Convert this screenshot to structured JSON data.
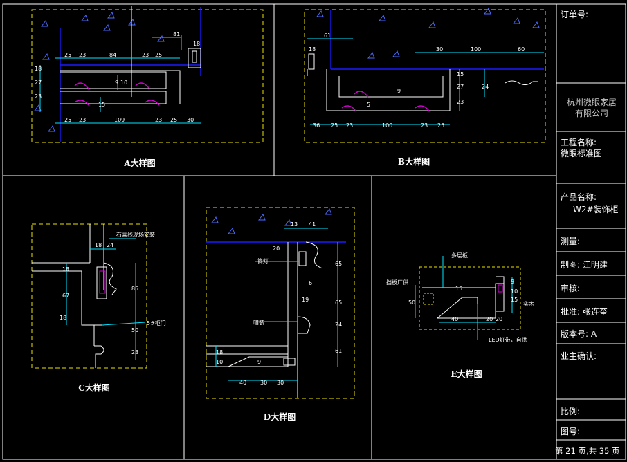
{
  "colors": {
    "background": "#000000",
    "frame": "#ffffff",
    "yellow": "#e7e200",
    "cyan": "#00e5ff",
    "blue": "#1a1aff",
    "magenta": "#d400d4",
    "text": "#ffffff"
  },
  "panels": {
    "a": {
      "caption": "A大样图",
      "dims": [
        "81",
        "18",
        "25",
        "23",
        "84",
        "23",
        "25",
        "18",
        "27",
        "23",
        "9",
        "10",
        "15",
        "25",
        "23",
        "109",
        "23",
        "25",
        "30"
      ]
    },
    "b": {
      "caption": "B大样图",
      "dims": [
        "61",
        "18",
        "30",
        "100",
        "60",
        "15",
        "27",
        "24",
        "23",
        "9",
        "5",
        "36",
        "25",
        "23",
        "100",
        "23",
        "25"
      ]
    },
    "c": {
      "caption": "C大样图",
      "dims": [
        "18",
        "24",
        "18",
        "67",
        "18",
        "85",
        "50",
        "23"
      ],
      "notes": [
        "石膏线现场安装",
        "5#柜门"
      ]
    },
    "d": {
      "caption": "D大样图",
      "dims": [
        "13",
        "41",
        "20",
        "65",
        "6",
        "65",
        "19",
        "24",
        "61",
        "18",
        "10",
        "9",
        "40",
        "30",
        "30"
      ],
      "notes": [
        "筒灯",
        "暗装"
      ]
    },
    "e": {
      "caption": "E大样图",
      "dims": [
        "50",
        "15",
        "40",
        "20",
        "20",
        "9",
        "10",
        "15"
      ],
      "notes": [
        "多层板",
        "挡板厂供",
        "实木",
        "LED灯带，自供"
      ]
    }
  },
  "title_block": {
    "order_label": "订单号:",
    "company": "杭州微眼家居\n有限公司",
    "project_label": "工程名称:",
    "project_value": "微眼标准图",
    "product_label": "产品名称:",
    "product_value": "W2#装饰柜",
    "measure_label": "测量:",
    "drafter_label": "制图:",
    "drafter_value": "江明建",
    "review_label": "审核:",
    "approve_label": "批准:",
    "approve_value": "张连奎",
    "version_label": "版本号:",
    "version_value": "A",
    "owner_label": "业主确认:",
    "scale_label": "比例:",
    "drawing_no_label": "图号:",
    "page_info": "第 21 页,共 35 页"
  }
}
